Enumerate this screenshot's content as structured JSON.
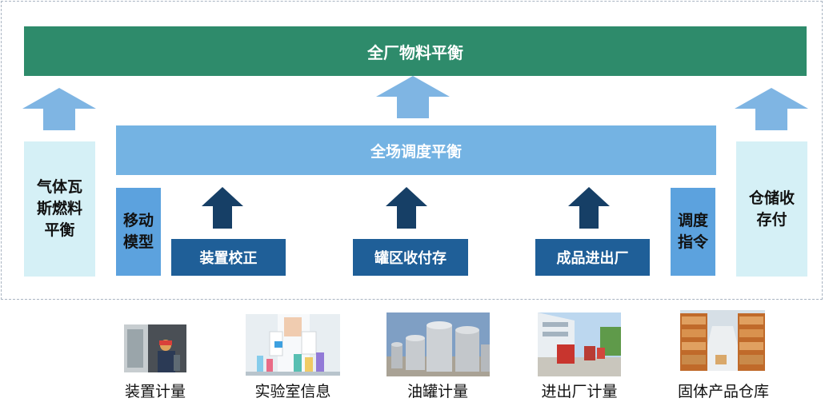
{
  "top_bar": "全厂物料平衡",
  "middle_bar": "全场调度平衡",
  "left_side": "气体瓦\n斯燃料\n平衡",
  "right_side": "仓储收\n存付",
  "left_label": "移动\n模型",
  "right_label": "调度\n指令",
  "modules": [
    "装置校正",
    "罐区收付存",
    "成品进出厂"
  ],
  "photo_captions": [
    "装置计量",
    "实验室信息",
    "油罐计量",
    "进出厂计量",
    "固体产品仓库"
  ],
  "colors": {
    "top_bar": "#2e8b6b",
    "middle_bar": "#74b3e3",
    "side_panel": "#d5f0f6",
    "side_label": "#5ca2de",
    "module_box": "#1f5f98",
    "light_arrow": "#7fb5e3",
    "dark_arrow": "#163f66"
  }
}
